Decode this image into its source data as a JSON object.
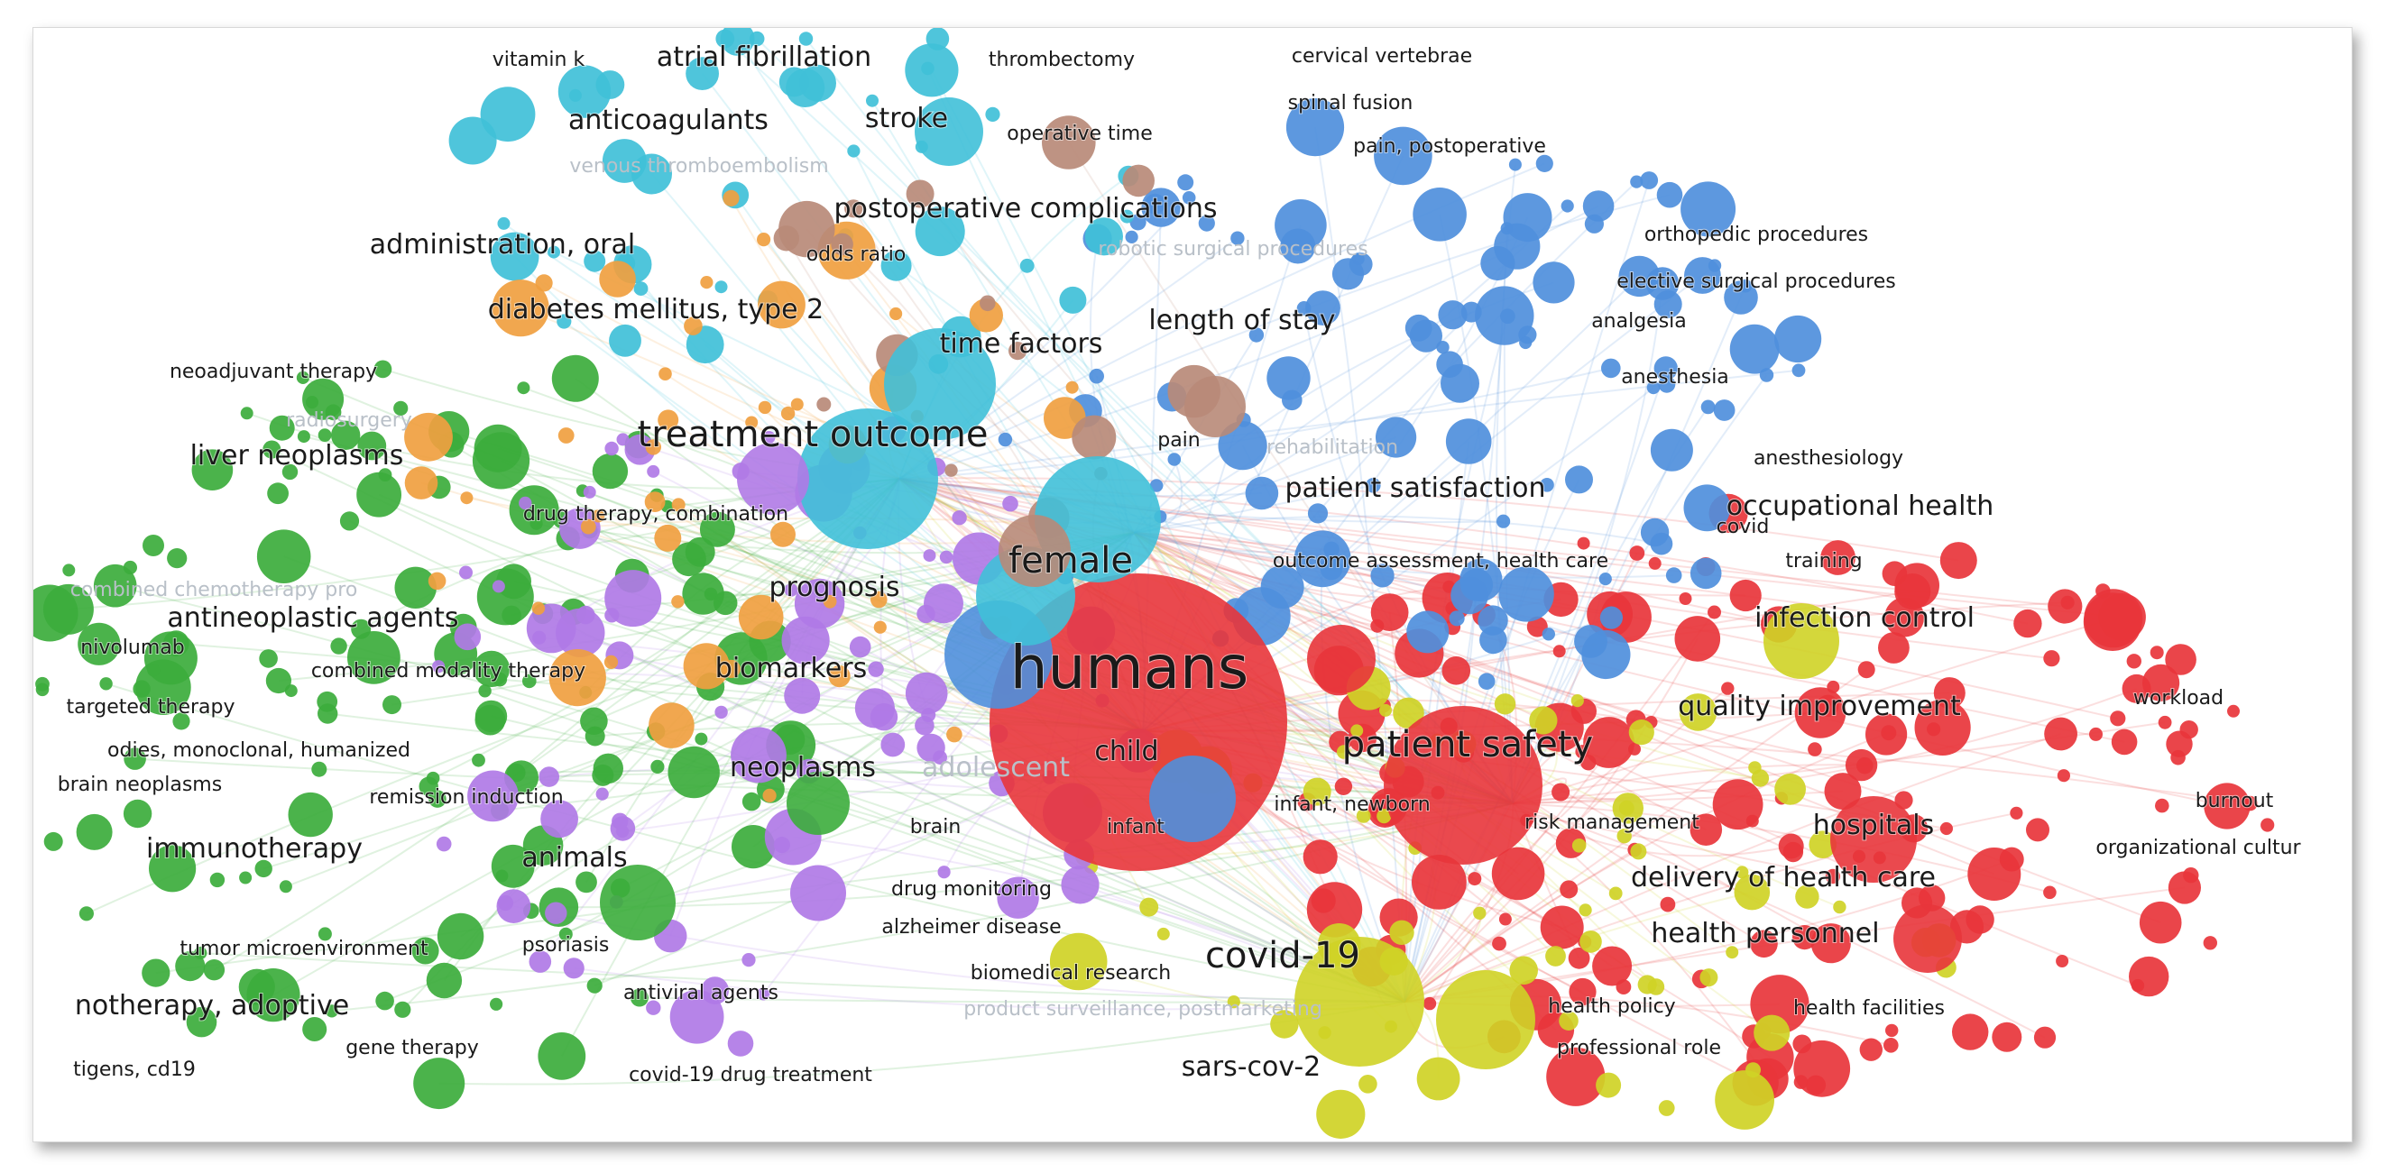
{
  "network": {
    "clusters": {
      "red": "#e8353b",
      "yellow": "#cfd326",
      "green": "#3cad3c",
      "purple": "#b07ae6",
      "blue": "#4f8fdc",
      "cyan": "#40c0d8",
      "orange": "#f0a040",
      "brown": "#b88a78"
    },
    "label_color": "#1a1a1a",
    "faded_label_color": "#b9c0c8",
    "labels": [
      {
        "text": "vitamin k",
        "size": "s",
        "faded": false
      },
      {
        "text": "atrial fibrillation",
        "size": "m",
        "faded": false
      },
      {
        "text": "thrombectomy",
        "size": "s",
        "faded": false
      },
      {
        "text": "cervical vertebrae",
        "size": "s",
        "faded": false
      },
      {
        "text": "spinal fusion",
        "size": "s",
        "faded": false
      },
      {
        "text": "anticoagulants",
        "size": "m",
        "faded": false
      },
      {
        "text": "stroke",
        "size": "m",
        "faded": false
      },
      {
        "text": "operative time",
        "size": "s",
        "faded": false
      },
      {
        "text": "pain, postoperative",
        "size": "s",
        "faded": false
      },
      {
        "text": "venous thromboembolism",
        "size": "s",
        "faded": true
      },
      {
        "text": "postoperative complications",
        "size": "m",
        "faded": false
      },
      {
        "text": "orthopedic procedures",
        "size": "s",
        "faded": false
      },
      {
        "text": "administration, oral",
        "size": "m",
        "faded": false
      },
      {
        "text": "odds ratio",
        "size": "s",
        "faded": false
      },
      {
        "text": "robotic surgical procedures",
        "size": "s",
        "faded": true
      },
      {
        "text": "elective surgical procedures",
        "size": "s",
        "faded": false
      },
      {
        "text": "diabetes mellitus, type 2",
        "size": "m",
        "faded": false
      },
      {
        "text": "length of stay",
        "size": "m",
        "faded": false
      },
      {
        "text": "analgesia",
        "size": "s",
        "faded": false
      },
      {
        "text": "time factors",
        "size": "m",
        "faded": false
      },
      {
        "text": "neoadjuvant therapy",
        "size": "s",
        "faded": false
      },
      {
        "text": "anesthesia",
        "size": "s",
        "faded": false
      },
      {
        "text": "radiosurgery",
        "size": "s",
        "faded": true
      },
      {
        "text": "treatment outcome",
        "size": "l",
        "faded": false
      },
      {
        "text": "pain",
        "size": "s",
        "faded": false
      },
      {
        "text": "rehabilitation",
        "size": "s",
        "faded": true
      },
      {
        "text": "liver neoplasms",
        "size": "m",
        "faded": false
      },
      {
        "text": "anesthesiology",
        "size": "s",
        "faded": false
      },
      {
        "text": "patient satisfaction",
        "size": "m",
        "faded": false
      },
      {
        "text": "drug therapy, combination",
        "size": "s",
        "faded": false
      },
      {
        "text": "occupational health",
        "size": "m",
        "faded": false
      },
      {
        "text": "covid",
        "size": "s",
        "faded": false
      },
      {
        "text": "combined chemotherapy pro",
        "size": "s",
        "faded": true
      },
      {
        "text": "outcome assessment, health care",
        "size": "s",
        "faded": false
      },
      {
        "text": "training",
        "size": "s",
        "faded": false
      },
      {
        "text": "female",
        "size": "l",
        "faded": false
      },
      {
        "text": "prognosis",
        "size": "m",
        "faded": false
      },
      {
        "text": "antineoplastic agents",
        "size": "m",
        "faded": false
      },
      {
        "text": "infection control",
        "size": "m",
        "faded": false
      },
      {
        "text": "nivolumab",
        "size": "s",
        "faded": false
      },
      {
        "text": "humans",
        "size": "xl",
        "faded": false
      },
      {
        "text": "combined modality therapy",
        "size": "s",
        "faded": false
      },
      {
        "text": "biomarkers",
        "size": "m",
        "faded": false
      },
      {
        "text": "targeted therapy",
        "size": "s",
        "faded": false
      },
      {
        "text": "quality improvement",
        "size": "m",
        "faded": false
      },
      {
        "text": "workload",
        "size": "s",
        "faded": false
      },
      {
        "text": "odies, monoclonal, humanized",
        "size": "s",
        "faded": false
      },
      {
        "text": "patient safety",
        "size": "l",
        "faded": false
      },
      {
        "text": "child",
        "size": "m",
        "faded": false
      },
      {
        "text": "brain neoplasms",
        "size": "s",
        "faded": false
      },
      {
        "text": "neoplasms",
        "size": "m",
        "faded": false
      },
      {
        "text": "remission induction",
        "size": "s",
        "faded": false
      },
      {
        "text": "adolescent",
        "size": "m",
        "faded": true
      },
      {
        "text": "infant, newborn",
        "size": "s",
        "faded": false
      },
      {
        "text": "risk management",
        "size": "s",
        "faded": false
      },
      {
        "text": "burnout",
        "size": "s",
        "faded": false
      },
      {
        "text": "hospitals",
        "size": "m",
        "faded": false
      },
      {
        "text": "immunotherapy",
        "size": "m",
        "faded": false
      },
      {
        "text": "brain",
        "size": "s",
        "faded": false
      },
      {
        "text": "infant",
        "size": "s",
        "faded": false
      },
      {
        "text": "organizational cultur",
        "size": "s",
        "faded": false
      },
      {
        "text": "animals",
        "size": "m",
        "faded": false
      },
      {
        "text": "delivery of health care",
        "size": "m",
        "faded": false
      },
      {
        "text": "drug monitoring",
        "size": "s",
        "faded": false
      },
      {
        "text": "alzheimer disease",
        "size": "s",
        "faded": false
      },
      {
        "text": "health personnel",
        "size": "m",
        "faded": false
      },
      {
        "text": "tumor microenvironment",
        "size": "s",
        "faded": false
      },
      {
        "text": "psoriasis",
        "size": "s",
        "faded": false
      },
      {
        "text": "covid-19",
        "size": "l",
        "faded": false
      },
      {
        "text": "biomedical research",
        "size": "s",
        "faded": false
      },
      {
        "text": "antiviral agents",
        "size": "s",
        "faded": false
      },
      {
        "text": "notherapy, adoptive",
        "size": "m",
        "faded": false
      },
      {
        "text": "health policy",
        "size": "s",
        "faded": false
      },
      {
        "text": "health facilities",
        "size": "s",
        "faded": false
      },
      {
        "text": "product surveillance, postmarketing",
        "size": "s",
        "faded": true
      },
      {
        "text": "gene therapy",
        "size": "s",
        "faded": false
      },
      {
        "text": "professional role",
        "size": "s",
        "faded": false
      },
      {
        "text": "sars-cov-2",
        "size": "m",
        "faded": false
      },
      {
        "text": "tigens, cd19",
        "size": "s",
        "faded": false
      },
      {
        "text": "covid-19 drug treatment",
        "size": "s",
        "faded": false
      }
    ]
  }
}
